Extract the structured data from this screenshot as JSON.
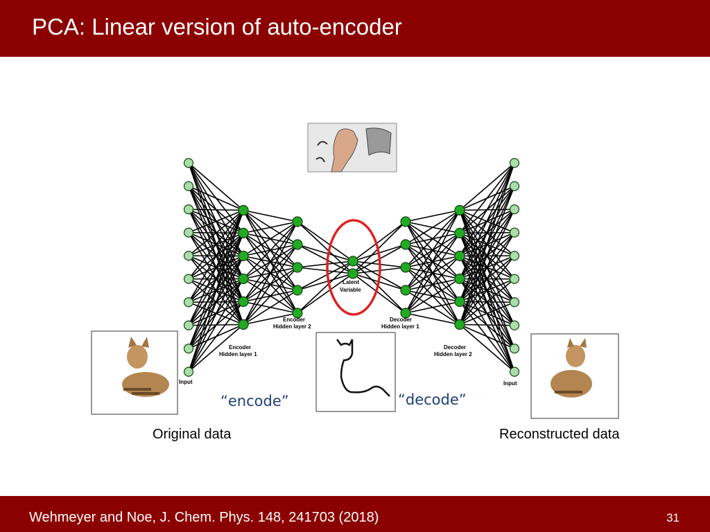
{
  "title": "PCA: Linear version of auto-encoder",
  "diagram": {
    "encode_label": "“encode”",
    "decode_label": "“decode”",
    "latent_label_line1": "Latent",
    "latent_label_line2": "Variable",
    "encoder_h1_line1": "Encoder",
    "encoder_h1_line2": "Hidden layer 1",
    "encoder_h2_line1": "Encoder",
    "encoder_h2_line2": "Hidden layer 2",
    "decoder_h1_line1": "Decoder",
    "decoder_h1_line2": "Hidden layer 1",
    "decoder_h2_line1": "Decoder",
    "decoder_h2_line2": "Hidden layer 2",
    "input_label": "Input",
    "output_label": "Input",
    "colors": {
      "node": "#22aa22",
      "io_node": "#aaddaa",
      "highlight": "#dd2222"
    },
    "layers_node_counts": [
      10,
      6,
      5,
      2,
      5,
      6,
      10
    ]
  },
  "captions": {
    "original": "Original data",
    "reconstructed": "Reconstructed data"
  },
  "footer": {
    "citation": "Wehmeyer and Noe, J. Chem. Phys. 148, 241703 (2018)",
    "page": "31"
  }
}
